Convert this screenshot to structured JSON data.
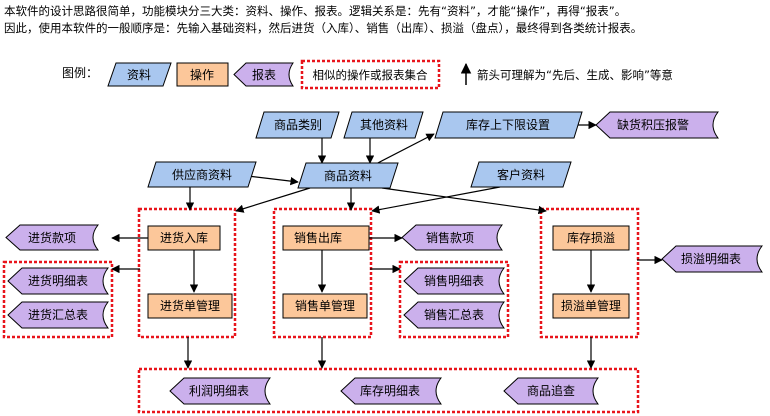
{
  "intro": {
    "line1": "本软件的设计思路很简单，功能模块分三大类：资料、操作、报表。逻辑关系是：先有“资料”，才能“操作”，再得“报表”。",
    "line2": "因此，使用本软件的一般顺序是：先输入基础资料，然后进货（入库）、销售（出库）、损溢（盘点），最终得到各类统计报表。"
  },
  "legend": {
    "title": "图例：",
    "data_label": "资料",
    "op_label": "操作",
    "report_label": "报表",
    "group_label": "相似的操作或报表集合",
    "arrow_label": "箭头可理解为“先后、生成、影响”等意"
  },
  "data_nodes": {
    "category": "商品类别",
    "other": "其他资料",
    "stock_limits": "库存上下限设置",
    "supplier": "供应商资料",
    "product": "商品资料",
    "customer": "客户资料"
  },
  "operations": {
    "purchase_in": "进货入库",
    "purchase_mgmt": "进货单管理",
    "sales_out": "销售出库",
    "sales_mgmt": "销售单管理",
    "stock_loss": "库存损溢",
    "loss_mgmt": "损溢单管理"
  },
  "reports": {
    "shortage_alarm": "缺货积压报警",
    "purchase_payment": "进货款项",
    "purchase_detail": "进货明细表",
    "purchase_summary": "进货汇总表",
    "sales_payment": "销售款项",
    "sales_detail": "销售明细表",
    "sales_summary": "销售汇总表",
    "loss_detail": "损溢明细表",
    "profit_detail": "利润明细表",
    "stock_detail": "库存明细表",
    "product_trace": "商品追查"
  },
  "colors": {
    "data_fill": "#a9c7ef",
    "op_fill": "#fcc79a",
    "report_fill": "#cbb0ec",
    "group_border": "#e8141b",
    "stroke": "#000000"
  }
}
